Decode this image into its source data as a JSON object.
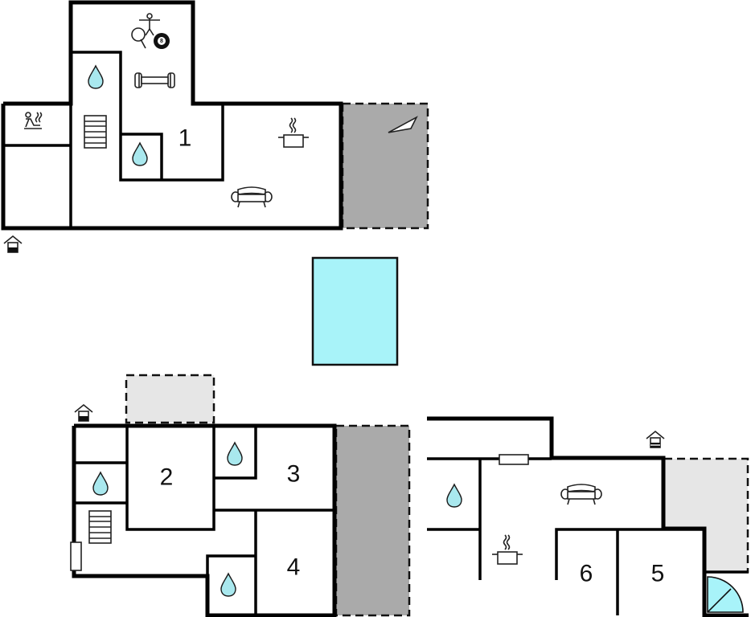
{
  "colors": {
    "wall": "#000000",
    "terrace_dark": "#aaaaaa",
    "terrace_light": "#e6e6e6",
    "pool": "#a8f3f9",
    "water_drop": "#a9e8ee"
  },
  "rooms": {
    "r1": "1",
    "r2": "2",
    "r3": "3",
    "r4": "4",
    "r5": "5",
    "r6": "6"
  },
  "icons": [
    "bathroom-drop-icon",
    "stairs-icon",
    "kitchen-pot-icon",
    "sofa-icon",
    "entrance-house-icon",
    "sauna-icon",
    "table-tennis-icon",
    "billiard-ball-icon",
    "fitness-dumbbell-icon",
    "fireplace-icon",
    "shower-icon"
  ],
  "billiard": {
    "label": "8"
  }
}
